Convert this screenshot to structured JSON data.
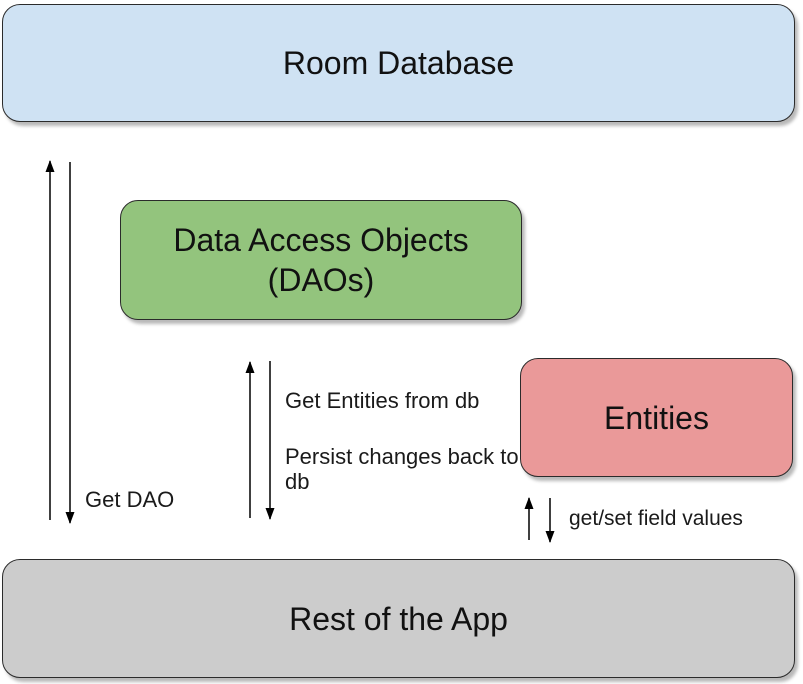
{
  "nodes": {
    "room_database": {
      "label": "Room Database",
      "fill": "#cfe2f3"
    },
    "daos": {
      "label": "Data Access Objects (DAOs)",
      "fill": "#93c47d"
    },
    "entities": {
      "label": "Entities",
      "fill": "#ea9999"
    },
    "rest_of_app": {
      "label": "Rest of the App",
      "fill": "#cccccc"
    }
  },
  "edges": {
    "get_dao": {
      "label": "Get DAO"
    },
    "get_entities": {
      "label": "Get Entities from db"
    },
    "persist_changes": {
      "label": "Persist changes back to db"
    },
    "get_set_fields": {
      "label": "get/set field values"
    }
  },
  "colors": {
    "background": "#ffffff",
    "node_border": "#2b2b2b",
    "arrow": "#000000",
    "text": "#111111"
  }
}
